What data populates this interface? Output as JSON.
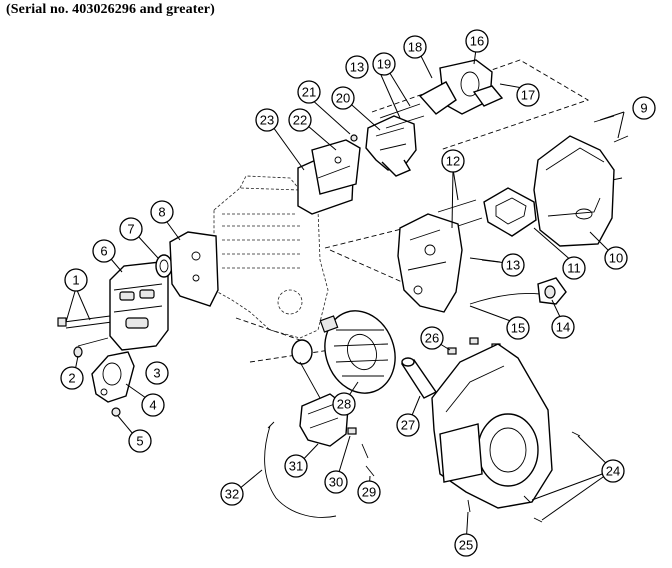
{
  "header": {
    "serial_note": "(Serial no. 403026296 and greater)"
  },
  "callouts": [
    {
      "id": "1",
      "num": "1"
    },
    {
      "id": "2",
      "num": "2"
    },
    {
      "id": "3",
      "num": "3"
    },
    {
      "id": "4",
      "num": "4"
    },
    {
      "id": "5",
      "num": "5"
    },
    {
      "id": "6",
      "num": "6"
    },
    {
      "id": "7",
      "num": "7"
    },
    {
      "id": "8",
      "num": "8"
    },
    {
      "id": "9",
      "num": "9"
    },
    {
      "id": "10",
      "num": "10"
    },
    {
      "id": "11",
      "num": "11"
    },
    {
      "id": "12",
      "num": "12"
    },
    {
      "id": "13a",
      "num": "13"
    },
    {
      "id": "13b",
      "num": "13"
    },
    {
      "id": "14",
      "num": "14"
    },
    {
      "id": "15",
      "num": "15"
    },
    {
      "id": "16",
      "num": "16"
    },
    {
      "id": "17",
      "num": "17"
    },
    {
      "id": "18",
      "num": "18"
    },
    {
      "id": "19",
      "num": "19"
    },
    {
      "id": "20",
      "num": "20"
    },
    {
      "id": "21",
      "num": "21"
    },
    {
      "id": "22",
      "num": "22"
    },
    {
      "id": "23",
      "num": "23"
    },
    {
      "id": "24",
      "num": "24"
    },
    {
      "id": "25",
      "num": "25"
    },
    {
      "id": "26",
      "num": "26"
    },
    {
      "id": "27",
      "num": "27"
    },
    {
      "id": "28",
      "num": "28"
    },
    {
      "id": "29",
      "num": "29"
    },
    {
      "id": "30",
      "num": "30"
    },
    {
      "id": "31",
      "num": "31"
    },
    {
      "id": "32",
      "num": "32"
    }
  ]
}
